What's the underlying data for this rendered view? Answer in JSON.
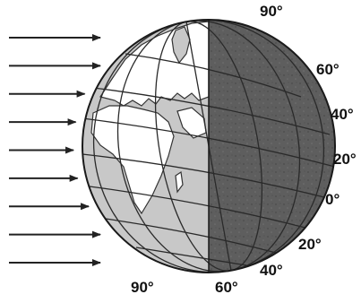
{
  "labels": {
    "north_pole": "90°",
    "lat_60_right": "60°",
    "lat_40_right": "40°",
    "lat_20_right": "20°",
    "equator": "0°",
    "lat_20_lower": "20°",
    "lat_40_lower": "40°",
    "lat_60_bottom": "60°",
    "lon_90_bottom": "90°"
  },
  "sunlight": {
    "arrow_count": 9,
    "direction": "left-to-right"
  },
  "colors": {
    "night_side": "#5e5e5e",
    "ocean_day": "#c8c8c8",
    "land_day": "#ffffff",
    "grid_line": "#2a2a2a",
    "arrow": "#222222"
  }
}
